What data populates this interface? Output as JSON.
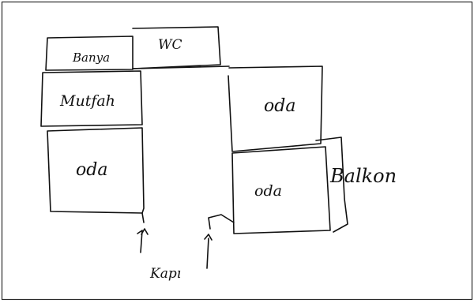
{
  "rooms": {
    "banyo": "Banya",
    "wc": "WC",
    "mutfak": "Mutfah",
    "oda_left": "oda",
    "oda_right_top": "oda",
    "oda_right_bottom": "oda",
    "balkon": "Balkon"
  },
  "door": {
    "label": "Kapı"
  }
}
